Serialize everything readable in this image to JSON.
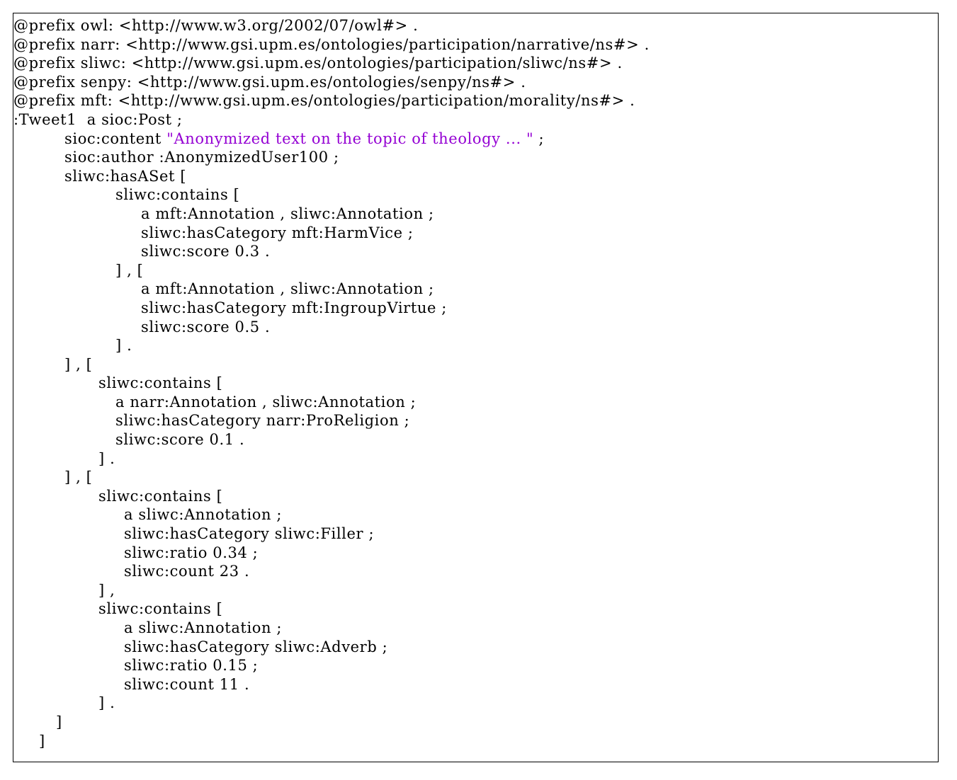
{
  "colors": {
    "text": "#000000",
    "string_literal": "#9400d3",
    "border": "#000000",
    "background": "#ffffff"
  },
  "listing": {
    "lines": [
      {
        "text": "@prefix owl: <http://www.w3.org/2002/07/owl#> .",
        "indent": 0
      },
      {
        "text": "@prefix narr: <http://www.gsi.upm.es/ontologies/participation/narrative/ns#> .",
        "indent": 0
      },
      {
        "text": "@prefix sliwc: <http://www.gsi.upm.es/ontologies/participation/sliwc/ns#> .",
        "indent": 0
      },
      {
        "text": "@prefix senpy: <http://www.gsi.upm.es/ontologies/senpy/ns#> .",
        "indent": 0
      },
      {
        "text": "@prefix mft: <http://www.gsi.upm.es/ontologies/participation/morality/ns#> .",
        "indent": 0
      },
      {
        "text": ":Tweet1  a sioc:Post ;",
        "indent": 0
      },
      {
        "pre": "sioc:content ",
        "str": "\"Anonymized text on the topic of theology ... \"",
        "post": " ;",
        "indent": 3
      },
      {
        "text": "sioc:author :AnonymizedUser100 ;",
        "indent": 3
      },
      {
        "text": "sliwc:hasASet [",
        "indent": 3
      },
      {
        "text": "sliwc:contains [",
        "indent": 6
      },
      {
        "text": "a mft:Annotation , sliwc:Annotation ;",
        "indent": 7.5
      },
      {
        "text": "sliwc:hasCategory mft:HarmVice ;",
        "indent": 7.5
      },
      {
        "text": "sliwc:score 0.3 .",
        "indent": 7.5
      },
      {
        "text": "] , [",
        "indent": 6
      },
      {
        "text": "a mft:Annotation , sliwc:Annotation ;",
        "indent": 7.5
      },
      {
        "text": "sliwc:hasCategory mft:IngroupVirtue ;",
        "indent": 7.5
      },
      {
        "text": "sliwc:score 0.5 .",
        "indent": 7.5
      },
      {
        "text": "] .",
        "indent": 6
      },
      {
        "text": "] , [",
        "indent": 3
      },
      {
        "text": "sliwc:contains [",
        "indent": 5
      },
      {
        "text": "a narr:Annotation , sliwc:Annotation ;",
        "indent": 6
      },
      {
        "text": "sliwc:hasCategory narr:ProReligion ;",
        "indent": 6
      },
      {
        "text": "sliwc:score 0.1 .",
        "indent": 6
      },
      {
        "text": "] .",
        "indent": 5
      },
      {
        "text": "] , [",
        "indent": 3
      },
      {
        "text": "sliwc:contains [",
        "indent": 5
      },
      {
        "text": "a sliwc:Annotation ;",
        "indent": 6.5
      },
      {
        "text": "sliwc:hasCategory sliwc:Filler ;",
        "indent": 6.5
      },
      {
        "text": "sliwc:ratio 0.34 ;",
        "indent": 6.5
      },
      {
        "text": "sliwc:count 23 .",
        "indent": 6.5
      },
      {
        "text": "] ,",
        "indent": 5
      },
      {
        "text": "sliwc:contains [",
        "indent": 5
      },
      {
        "text": "a sliwc:Annotation ;",
        "indent": 6.5
      },
      {
        "text": "sliwc:hasCategory sliwc:Adverb ;",
        "indent": 6.5
      },
      {
        "text": "sliwc:ratio 0.15 ;",
        "indent": 6.5
      },
      {
        "text": "sliwc:count 11 .",
        "indent": 6.5
      },
      {
        "text": "] .",
        "indent": 5
      },
      {
        "text": "]",
        "indent": 2.5
      },
      {
        "text": "]",
        "indent": 1.5
      }
    ]
  }
}
